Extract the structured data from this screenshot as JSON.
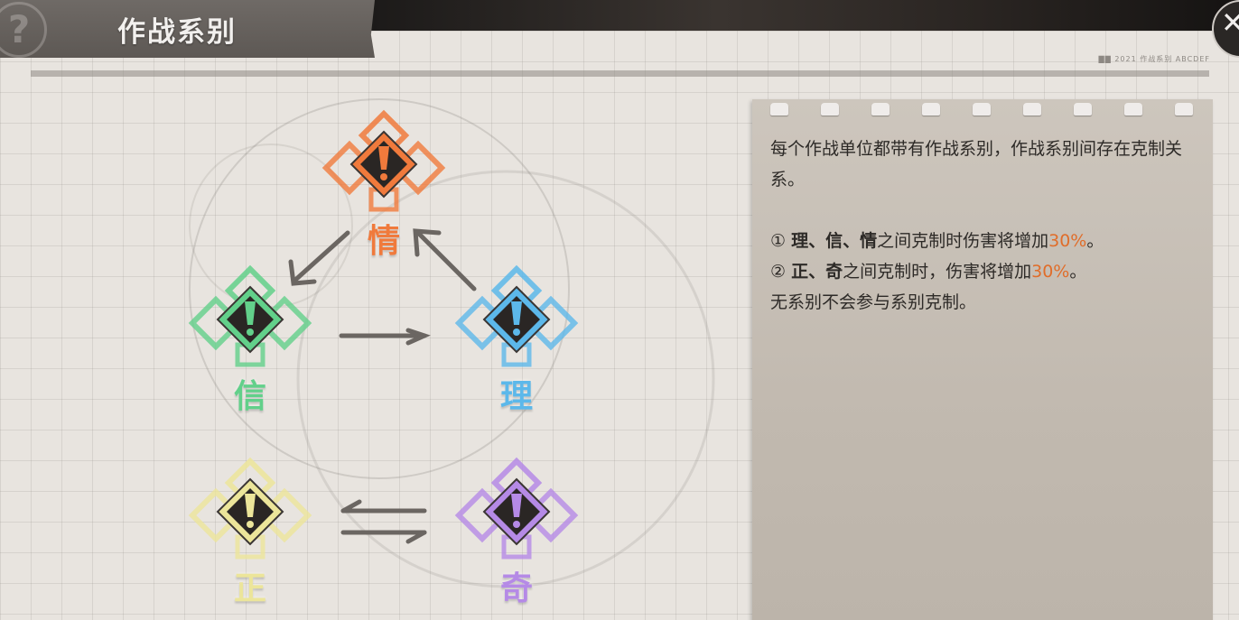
{
  "header": {
    "title": "作战系别",
    "help_icon": "?"
  },
  "close_icon": "✕",
  "tiny_caption": "▇▇ 2021 作战系别 ABCDEF",
  "emblems": [
    {
      "label": "情",
      "color": "#f07a3c"
    },
    {
      "label": "信",
      "color": "#62d08a"
    },
    {
      "label": "理",
      "color": "#5cb8ea"
    },
    {
      "label": "正",
      "color": "#ece59a"
    },
    {
      "label": "奇",
      "color": "#b58ae6"
    }
  ],
  "panel": {
    "intro": "每个作战单位都带有作战系别，作战系别间存在克制关系。",
    "rule1": {
      "marker": "①",
      "types": "理、信、情",
      "text": "之间克制时伤害将增加",
      "value": "30%",
      "end": "。"
    },
    "rule2": {
      "marker": "②",
      "types": "正、奇",
      "text": "之间克制时，伤害将增加",
      "value": "30%",
      "end": "。"
    },
    "note": "无系别不会参与系别克制。"
  }
}
